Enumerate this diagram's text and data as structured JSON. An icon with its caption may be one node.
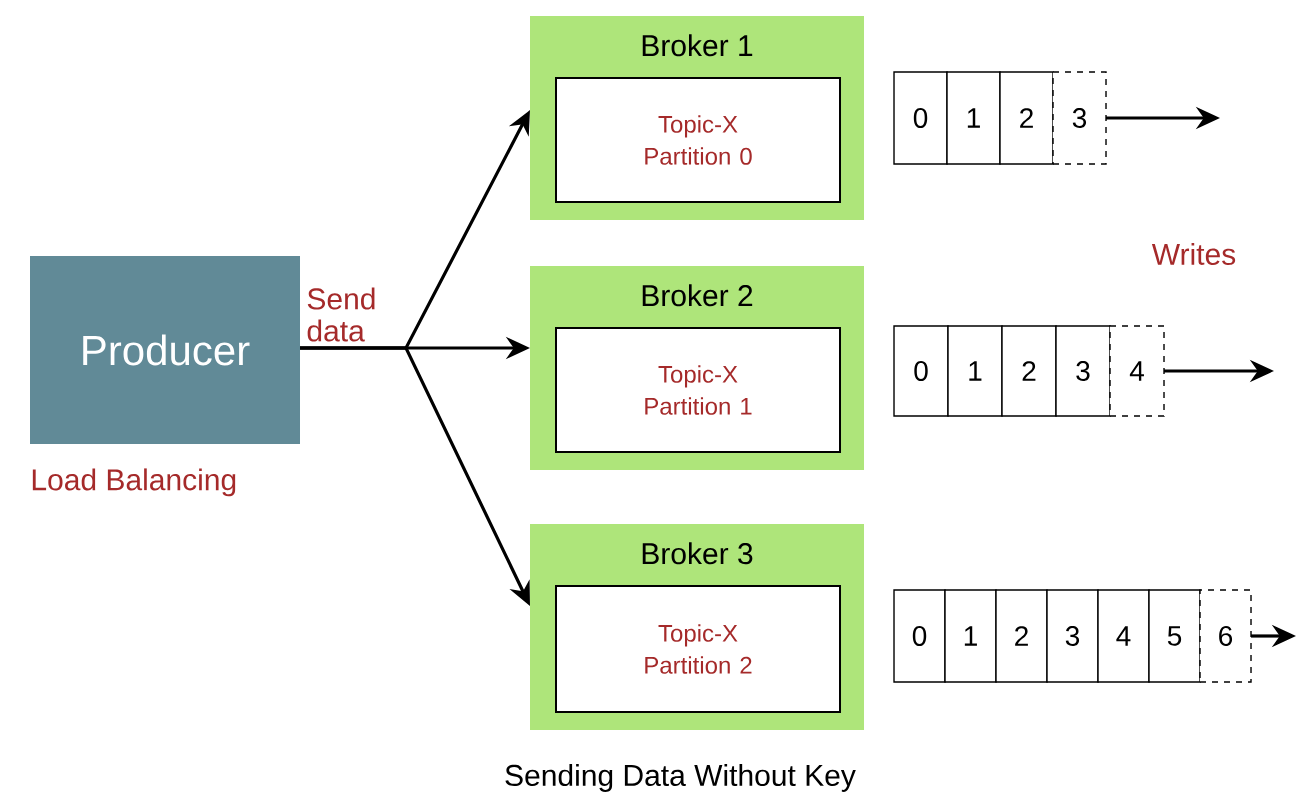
{
  "diagram": {
    "caption": "Sending Data Without Key",
    "nodes": [
      {
        "text": [
          "Producer"
        ],
        "beside": [
          "Load Balancing"
        ]
      },
      {
        "text": [
          "Broker 1"
        ]
      },
      {
        "text": [
          "Topic-X Partition 0"
        ],
        "in": 1
      },
      {
        "text": [
          "Broker 2"
        ]
      },
      {
        "text": [
          "Topic-X Partition 1"
        ],
        "in": 3
      },
      {
        "text": [
          "Broker 3"
        ]
      },
      {
        "text": [
          "Topic-X Partition 2"
        ],
        "in": 5
      },
      {
        "text": [
          "0"
        ]
      },
      {
        "text": [
          "1"
        ]
      },
      {
        "text": [
          "2"
        ]
      },
      {
        "text": [
          "3"
        ]
      },
      {
        "text": [
          "0"
        ]
      },
      {
        "text": [
          "1"
        ]
      },
      {
        "text": [
          "2"
        ]
      },
      {
        "text": [
          "3"
        ]
      },
      {
        "text": [
          "4"
        ]
      },
      {
        "text": [
          "0"
        ]
      },
      {
        "text": [
          "1"
        ]
      },
      {
        "text": [
          "2"
        ]
      },
      {
        "text": [
          "3"
        ]
      },
      {
        "text": [
          "4"
        ]
      },
      {
        "text": [
          "5"
        ]
      },
      {
        "text": [
          "6"
        ]
      }
    ],
    "edges": [
      {
        "from": 0,
        "to": 1,
        "arrow": "to"
      },
      {
        "from": 0,
        "to": 3,
        "arrow": "to",
        "label": "Send data"
      },
      {
        "from": 0,
        "to": 5,
        "arrow": "to"
      },
      {
        "from": 10,
        "to": null,
        "arrow": "to"
      },
      {
        "from": 15,
        "to": null,
        "arrow": "to"
      },
      {
        "from": 22,
        "to": null,
        "arrow": "to"
      }
    ],
    "labels": [
      "Writes"
    ]
  }
}
